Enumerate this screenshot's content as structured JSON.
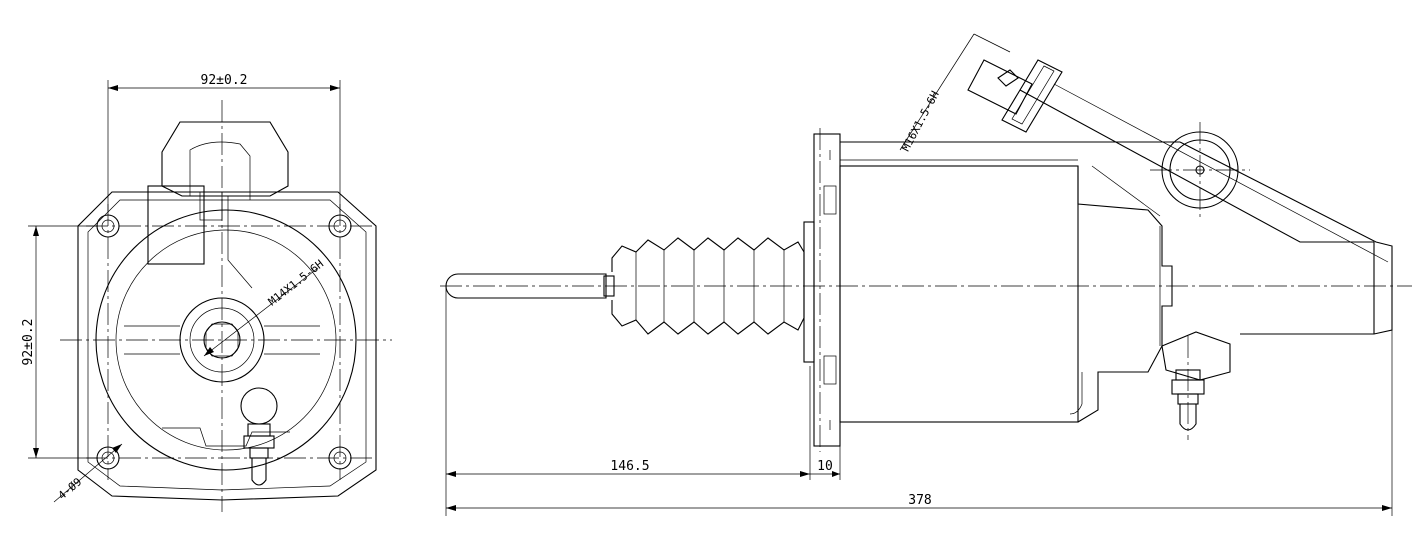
{
  "front_view": {
    "dim_width": "92±0.2",
    "dim_height": "92±0.2",
    "thread_label": "M14X1.5-6H",
    "holes_label": "4-Ø9"
  },
  "side_view": {
    "thread_label": "M16X1.5-6H",
    "dim_rod": "146.5",
    "dim_flange": "10",
    "dim_total": "378"
  }
}
